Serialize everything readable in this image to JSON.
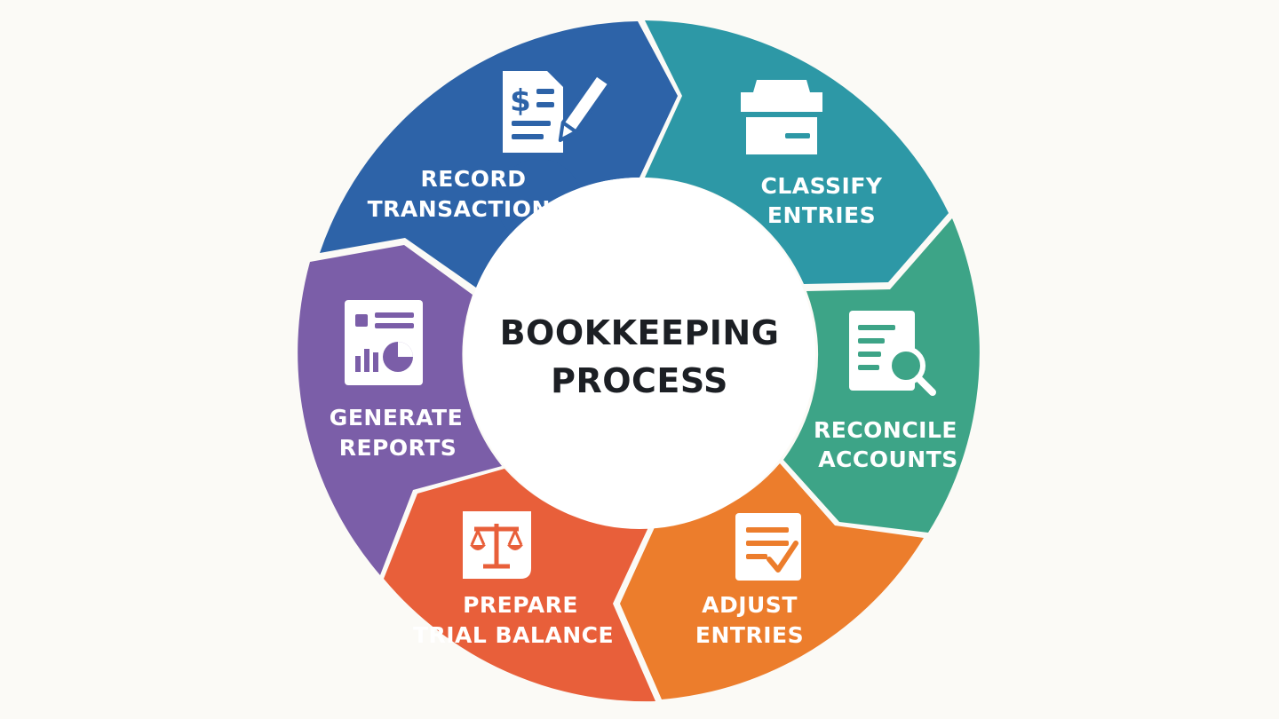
{
  "center": {
    "line1": "BOOKKEEPING",
    "line2": "PROCESS"
  },
  "steps": [
    {
      "line1": "RECORD",
      "line2": "TRANSACTIONS",
      "color": "#2d63a8",
      "icon": "dollar-document-pencil-icon"
    },
    {
      "line1": "CLASSIFY",
      "line2": "ENTRIES",
      "color": "#2d98a6",
      "icon": "file-box-icon"
    },
    {
      "line1": "RECONCILE",
      "line2": "ACCOUNTS",
      "color": "#3da487",
      "icon": "document-magnifier-icon"
    },
    {
      "line1": "ADJUST",
      "line2": "ENTRIES",
      "color": "#ec7d2c",
      "icon": "document-checkmark-icon"
    },
    {
      "line1": "PREPARE",
      "line2": "TRIAL BALANCE",
      "color": "#e85f3a",
      "icon": "balance-scale-icon"
    },
    {
      "line1": "GENERATE",
      "line2": "REPORTS",
      "color": "#7b5ea8",
      "icon": "report-chart-icon"
    }
  ]
}
